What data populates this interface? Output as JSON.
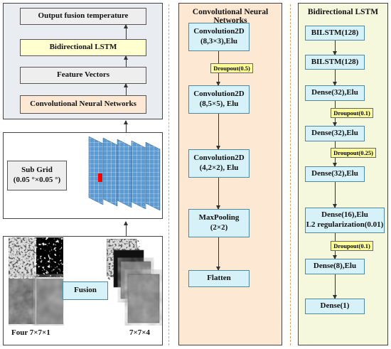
{
  "left": {
    "top_stack": [
      "Output  fusion temperature",
      "Bidirectional LSTM",
      "Feature Vectors",
      "Convolutional Neural Networks"
    ],
    "subgrid_label_line1": "Sub Grid",
    "subgrid_label_line2": "(0.05 °×0.05 °)",
    "fusion_label": "Fusion",
    "bottom_left_label": "Four  7×7×1",
    "bottom_right_label": "7×7×4"
  },
  "cnn": {
    "title": "Convolutional Neural Networks",
    "blocks": [
      {
        "line1": "Convolution2D",
        "line2": "(8,3×3),Elu"
      },
      {
        "line1": "Convolution2D",
        "line2": "(8,5×5), Elu"
      },
      {
        "line1": "Convolution2D",
        "line2": "(4,2×2), Elu"
      },
      {
        "line1": "MaxPooling",
        "line2": "(2×2)"
      },
      {
        "line1": "Flatten",
        "line2": ""
      }
    ],
    "dropout": "Droupout(0.5)"
  },
  "lstm": {
    "title": "Bidirectional LSTM",
    "blocks": [
      "BILSTM(128)",
      "BILSTM(128)",
      "Dense(32),Elu",
      "Dense(32),Elu",
      "Dense(32),Elu",
      "Dense(16),Elu",
      "L2 regularization(0.01)",
      "Dense(8),Elu",
      "Dense(1)"
    ],
    "dropouts": [
      "Droupout(0.1)",
      "Droupout(0.25)",
      "Droupout(0.1)"
    ]
  },
  "colors": {
    "left_panel_bg": "#e9ecf1",
    "cnn_panel_bg": "#fde9d3",
    "lstm_panel_bg": "#f6f8dd",
    "block_cyan": "#d6f2f8",
    "dropout_yellow": "#ffff99",
    "grid_blue": "#5b9bd5",
    "grid_red": "#ff0000"
  }
}
